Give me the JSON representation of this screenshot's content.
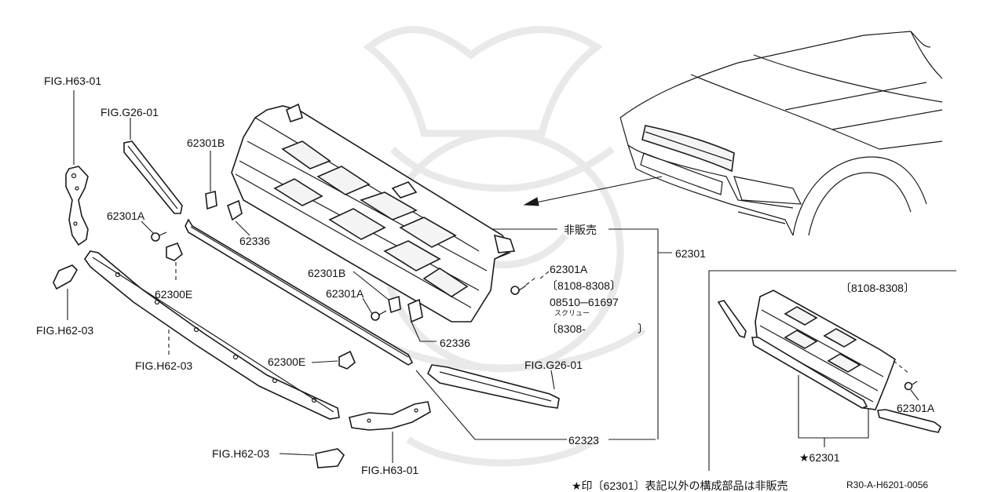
{
  "labels": {
    "fig_h63_01_top": "FIG.H63-01",
    "fig_g26_01_top": "FIG.G26-01",
    "p62301b_top": "62301B",
    "p62301a_left": "62301A",
    "p62336_top": "62336",
    "p62300e_left": "62300E",
    "fig_h62_03_left": "FIG.H62-03",
    "fig_h62_03_mid": "FIG.H62-03",
    "p62301b_mid": "62301B",
    "p62301a_mid": "62301A",
    "p62336_mid": "62336",
    "p62300e_mid": "62300E",
    "fig_g26_01_right": "FIG.G26-01",
    "p62323": "62323",
    "fig_h62_03_bottom": "FIG.H62-03",
    "fig_h63_01_bottom": "FIG.H63-01",
    "not_sold": "非販売",
    "p62301": "62301",
    "p62301a_right": "62301A",
    "range_8108_8308": "〔8108-8308〕",
    "part_08510": "08510─61697",
    "screw_kana": "スクリュー",
    "range_8308": "〔8308-",
    "range_8308_close": "〕",
    "inset_range": "〔8108-8308〕",
    "inset_62301a": "62301A",
    "inset_62301": "★62301",
    "footnote": "★印〔62301〕表記以外の構成部品は非販売",
    "diagram_code": "R30-A-H6201-0056"
  }
}
